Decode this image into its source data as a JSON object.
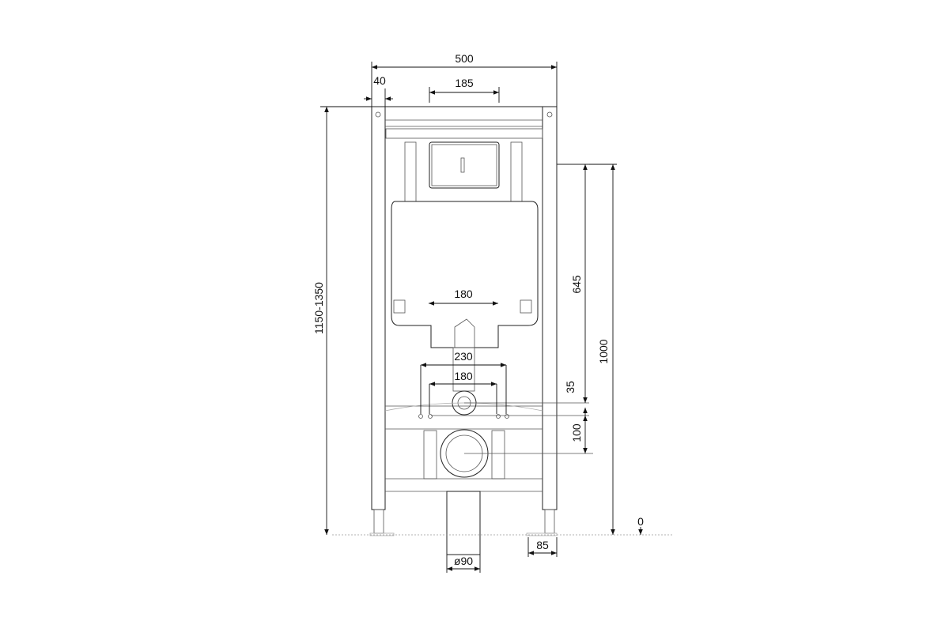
{
  "drawing": {
    "dimensions": {
      "frame_width": "500",
      "post_width": "40",
      "top_spacing": "185",
      "height_range": "1150-1350",
      "tank_outlet_spacing": "180",
      "bolt_outer_spacing": "230",
      "bolt_inner_spacing": "180",
      "inlet_height": "645",
      "total_height": "1000",
      "bolt_offset": "35",
      "outlet_offset": "100",
      "floor_level": "0",
      "foot_width": "85",
      "drain_diameter": "ø90"
    }
  }
}
